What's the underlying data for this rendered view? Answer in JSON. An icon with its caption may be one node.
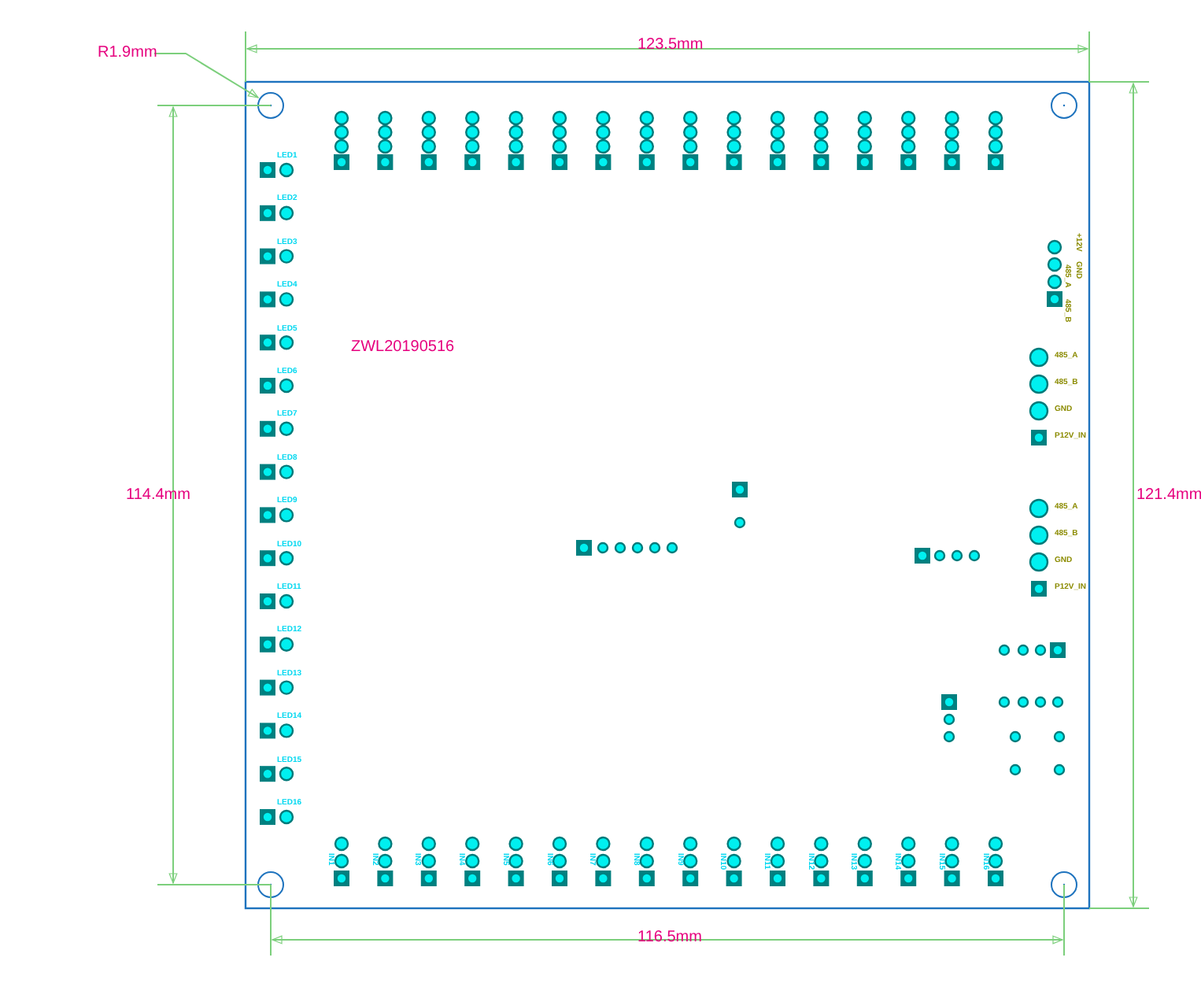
{
  "diagram": {
    "labels": [
      "123.5mm",
      "R1.9mm",
      "114.4mm",
      "121.4mm",
      "ZWL20190516",
      "+12V",
      "GND",
      "485_A",
      "485_B",
      "LED1",
      "LED2",
      "LED3",
      "LED4",
      "LED5",
      "LED6",
      "LED7",
      "LED8",
      "LED9",
      "LED10",
      "LED11",
      "LED12",
      "LED13",
      "LED14",
      "LED15",
      "LED16",
      "485_A",
      "485_B",
      "GND",
      "P12V_IN",
      "485_A",
      "485_B",
      "GND",
      "P12V_IN",
      "IN1",
      "IN2",
      "IN3",
      "IN4",
      "IN5",
      "IN6",
      "IN7",
      "IN8",
      "IN9",
      "IN10",
      "IN11",
      "IN12",
      "IN13",
      "IN14",
      "IN15",
      "IN16",
      "116.5mm"
    ]
  }
}
